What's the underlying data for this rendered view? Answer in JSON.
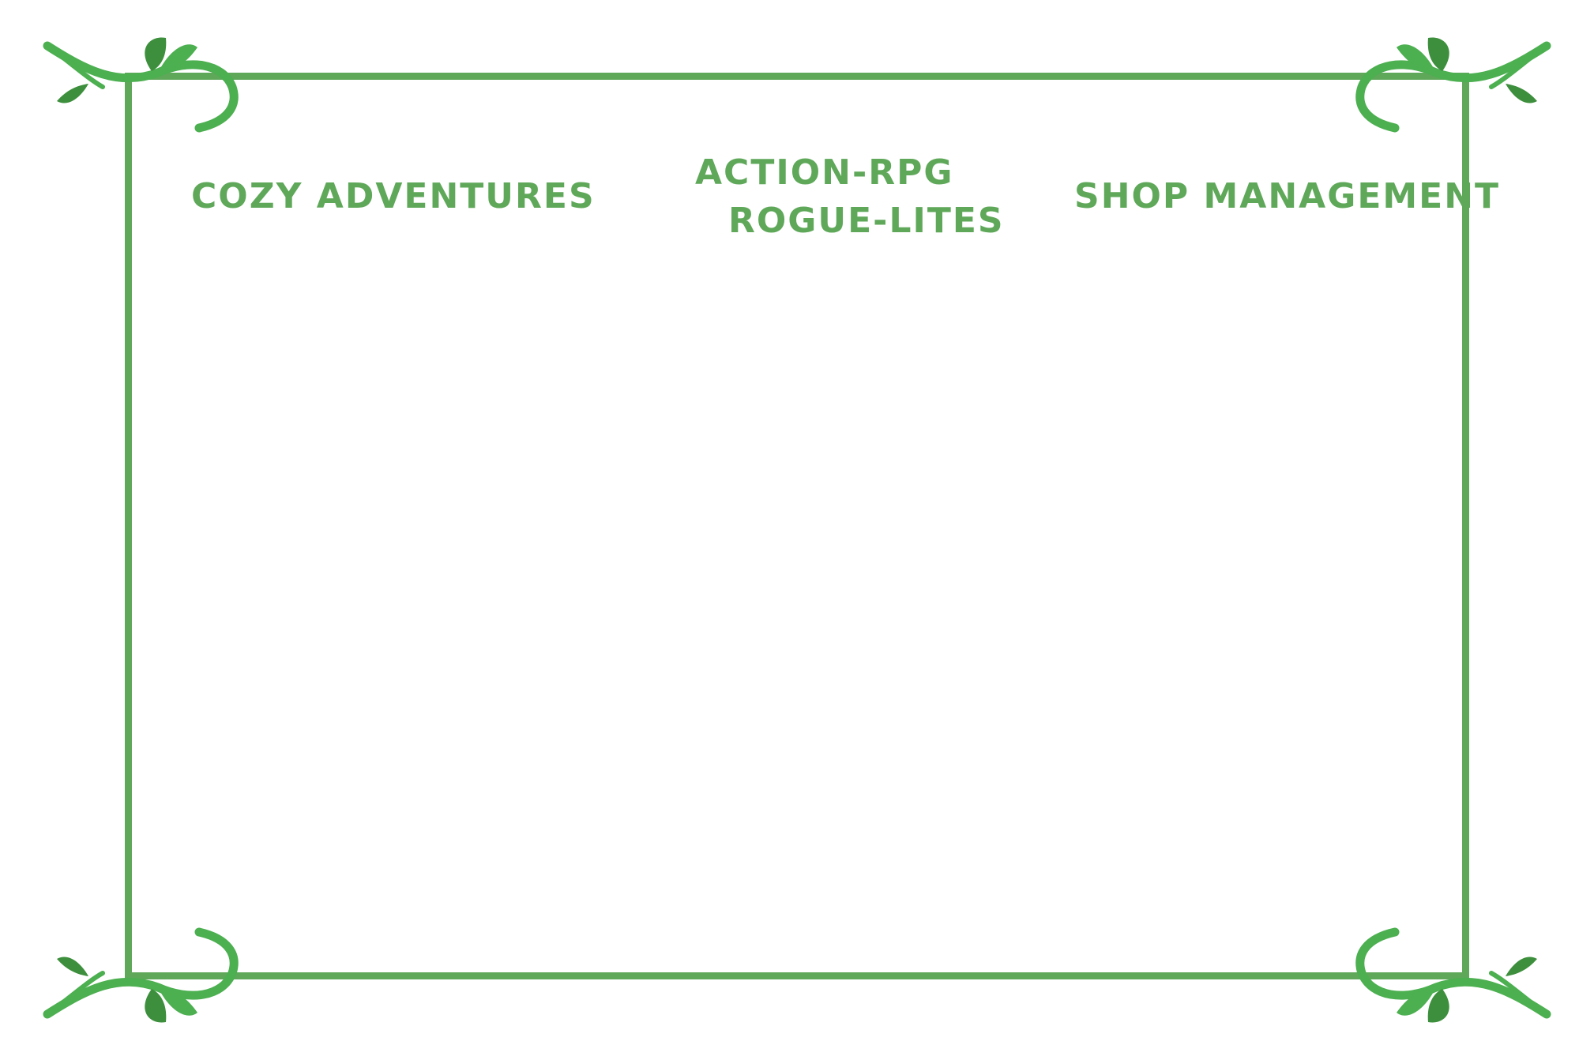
{
  "categories": [
    {
      "id": "cozy",
      "label": "Cozy Adventures"
    },
    {
      "id": "action",
      "label_lines": [
        "Action-RPG",
        "Rogue-lites"
      ]
    },
    {
      "id": "shop",
      "label": "Shop Management"
    }
  ],
  "colors": {
    "frame": "#5fa85a",
    "leaf": "#4caf50",
    "leaf_dark": "#3d8f3d",
    "background": "#ffffff"
  },
  "decorations": {
    "corner_icon": "vine-leaf-icon"
  }
}
